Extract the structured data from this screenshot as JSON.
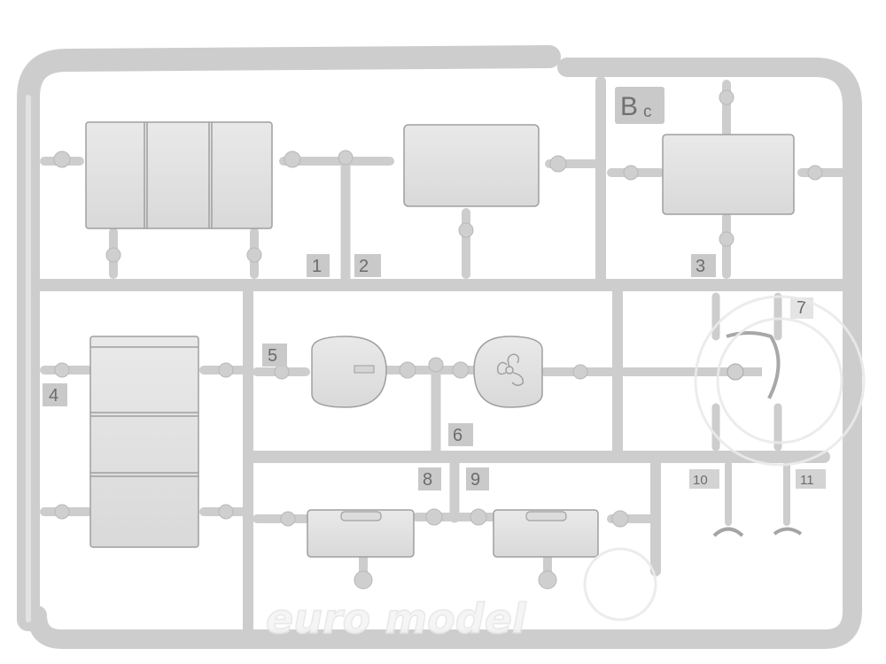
{
  "sprue": {
    "letter": "B",
    "letter_sub": "c",
    "part_numbers": [
      "1",
      "2",
      "3",
      "4",
      "5",
      "6",
      "7",
      "8",
      "9",
      "10",
      "11"
    ],
    "watermark": "euro model"
  },
  "colors": {
    "plastic": "#cdcdcd",
    "plastic_light": "#e3e3e3",
    "plastic_dark": "#a9a9a9",
    "tag_fill": "#c7c7c7",
    "background": "#ffffff"
  }
}
